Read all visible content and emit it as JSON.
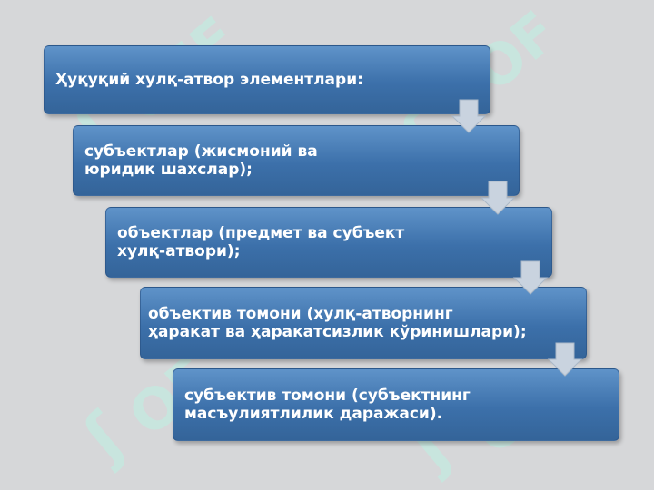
{
  "diagram": {
    "steps": [
      {
        "label": "Ҳуқуқий хулқ-атвор элементлари:"
      },
      {
        "label": "субъектлар (жисмоний ва юридик шахслар);"
      },
      {
        "label": "объектлар (предмет ва субъект хулқ-атвори);"
      },
      {
        "label": "объектив томони (хулқ-атворнинг ҳаракат ва ҳаракатсизлик кўринишлари);"
      },
      {
        "label": "субъектив томони (субъектнинг масъулиятлилик даражаси)."
      }
    ]
  },
  "colors": {
    "background": "#d6d7d9",
    "box": "#3c70aa",
    "arrow": "#c9d3df",
    "text": "#ffffff",
    "watermark": "#bef0e1"
  }
}
